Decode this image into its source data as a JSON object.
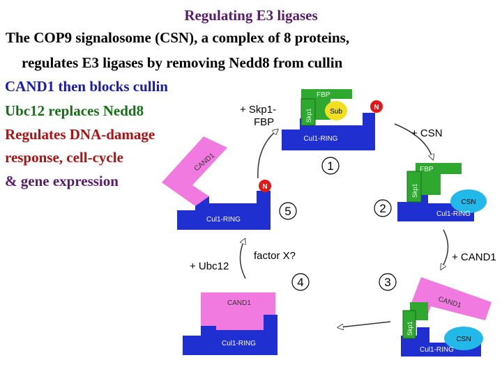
{
  "title": "Regulating E3 ligases",
  "text_lines": [
    "The COP9 signalosome (CSN), a complex of 8 proteins,",
    "regulates E3 ligases by removing Nedd8 from cullin",
    "CAND1 then blocks cullin",
    "Ubc12 replaces Nedd8",
    "Regulates DNA-damage",
    "response, cell-cycle",
    "& gene expression"
  ],
  "colors": {
    "title": "#5a1a6e",
    "cand1_line": "#1919b5",
    "ubc12_line": "#157015",
    "regulates_lines": "#b01010",
    "cullin": "#1f2fd0",
    "fbp": "#2ea82e",
    "cand1_protein": "#f07ae0",
    "sub": "#f2e020",
    "nedd8": "#e01818",
    "csn": "#22b8e8"
  },
  "diagram": {
    "cul1_label": "Cul1-RING",
    "fbp_label": "FBP",
    "skp1_label": "Skp1",
    "sub_label": "Sub",
    "nedd8_label": "N",
    "csn_label": "CSN",
    "cand1_label": "CAND1",
    "steps": [
      "1",
      "2",
      "3",
      "4",
      "5"
    ],
    "arrow_labels": {
      "skp1_fbp_line1": "+ Skp1-",
      "skp1_fbp_line2": "FBP",
      "csn": "+ CSN",
      "cand1": "+ CAND1",
      "factor_x": "factor X?",
      "ubc12": "+ Ubc12"
    }
  }
}
